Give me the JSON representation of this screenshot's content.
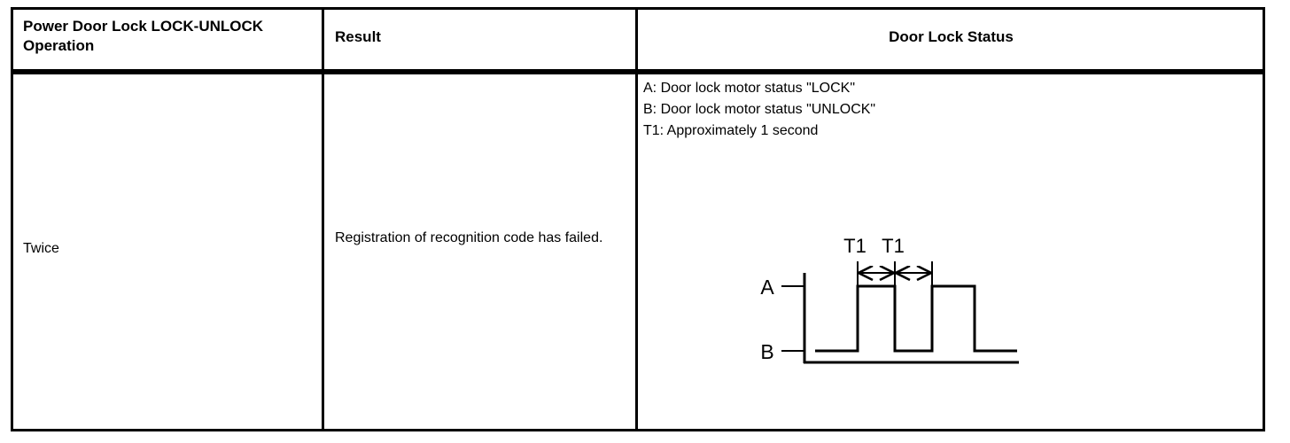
{
  "table": {
    "headers": {
      "operation": "Power Door Lock LOCK-UNLOCK Operation",
      "result": "Result",
      "status": "Door Lock Status"
    },
    "rows": [
      {
        "operation": "Twice",
        "result": "Registration of recognition code has failed."
      }
    ]
  },
  "legend": {
    "line_a": "A: Door lock motor status \"LOCK\"",
    "line_b": "B: Door lock motor status \"UNLOCK\"",
    "line_t1": "T1: Approximately 1 second"
  },
  "diagram": {
    "label_a": "A",
    "label_b": "B",
    "t1_first": "T1",
    "t1_second": "T1",
    "stroke_color": "#000000"
  }
}
